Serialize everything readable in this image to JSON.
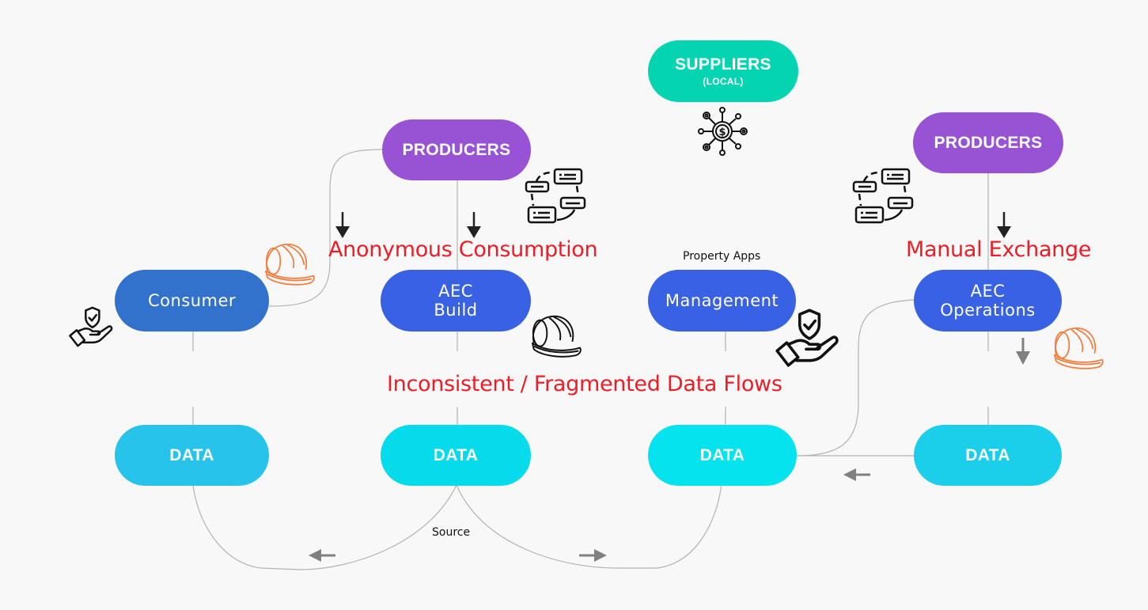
{
  "diagram": {
    "nodes": {
      "suppliers": {
        "label": "SUPPLIERS",
        "sublabel": "(LOCAL)",
        "color": "#05d4b0"
      },
      "producers_left": {
        "label": "PRODUCERS",
        "color": "#9753d3"
      },
      "producers_right": {
        "label": "PRODUCERS",
        "color": "#9753d3"
      },
      "consumer": {
        "label": "Consumer",
        "color": "#3272cc"
      },
      "aec_build": {
        "line1": "AEC",
        "line2": "Build",
        "color": "#3862e3"
      },
      "management": {
        "label": "Management",
        "color": "#3862e3"
      },
      "aec_operations": {
        "line1": "AEC",
        "line2": "Operations",
        "color": "#3862e3"
      },
      "data_1": {
        "label": "DATA",
        "color": "#27c3eb"
      },
      "data_2": {
        "label": "DATA",
        "color": "#05dbeb"
      },
      "data_3": {
        "label": "DATA",
        "color": "#05e3ee"
      },
      "data_4": {
        "label": "DATA",
        "color": "#1bcfea"
      }
    },
    "annotations": {
      "anonymous_consumption": "Anonymous Consumption",
      "manual_exchange": "Manual Exchange",
      "inconsistent_flows": "Inconsistent / Fragmented Data Flows",
      "property_apps": "Property Apps",
      "source": "Source"
    },
    "colors": {
      "annotation_red": "#ee1c25",
      "connector": "#b3b3b3",
      "arrow_dark": "#222222",
      "arrow_gray": "#808080",
      "hardhat_orange": "#f47c3c"
    },
    "icons": [
      "network-dollar-icon",
      "workflow-cycle-icon",
      "hand-shield-icon",
      "hardhat-icon",
      "arrow-down-icon",
      "arrow-left-icon",
      "arrow-right-icon"
    ]
  }
}
